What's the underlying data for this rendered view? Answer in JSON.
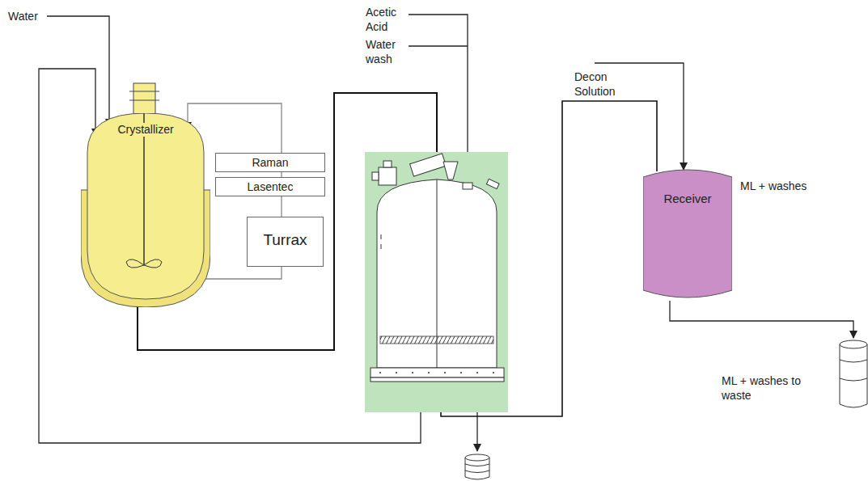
{
  "diagram": {
    "nodes": [
      {
        "text": [
          "Crystallizer"
        ]
      },
      {
        "text": [
          "Raman"
        ]
      },
      {
        "text": [
          "Lasentec"
        ]
      },
      {
        "text": [
          "Turrax"
        ]
      },
      {
        "text": [
          "Receiver"
        ]
      }
    ],
    "edges": [
      {
        "from": 0,
        "to": 3,
        "arrow": "none"
      },
      {
        "from": 3,
        "to": 2,
        "arrow": "none"
      },
      {
        "from": 2,
        "to": 1,
        "arrow": "none"
      },
      {
        "from": 1,
        "to": 0,
        "arrow": "to"
      }
    ],
    "labels": [
      "Water",
      "Acetic Acid",
      "Water wash",
      "Decon Solution",
      "ML + washes",
      "ML + washes to waste"
    ]
  }
}
